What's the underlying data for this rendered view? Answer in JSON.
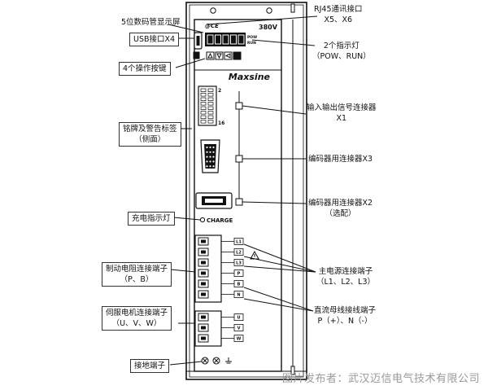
{
  "device": {
    "model_voltage": "380V",
    "brand": "Maxsine",
    "logo_small": "@CE",
    "led_labels": [
      "POW",
      "RUN"
    ],
    "x1_pin_top": "2",
    "x1_pin_bottom": "16",
    "charge_label": "CHARGE",
    "terminal_labels_power": [
      "L1",
      "L2",
      "L3",
      "P",
      "B",
      "N"
    ],
    "terminal_labels_motor": [
      "U",
      "V",
      "W"
    ]
  },
  "callouts": {
    "led_display": "5位数码管显示屏",
    "usb": "USB接口X4",
    "buttons": "4个操作按键",
    "nameplate_1": "铭牌及警告标签",
    "nameplate_2": "（侧面）",
    "charge_lamp": "充电指示灯",
    "brake_res_1": "制动电阻连接端子",
    "brake_res_2": "（P、B）",
    "motor_1": "伺服电机连接端子",
    "motor_2": "（U、V、W）",
    "ground": "接地端子",
    "rj45_1": "RJ45通讯接口",
    "rj45_2": "X5、X6",
    "indicator_1": "2个指示灯",
    "indicator_2": "（POW、RUN）",
    "io_1": "输入输出信号连接器",
    "io_2": "X1",
    "encoder_x3": "编码器用连接器X3",
    "encoder_x2_1": "编码器用连接器X2",
    "encoder_x2_2": "（选配）",
    "main_power_1": "主电源连接端子",
    "main_power_2": "（L1、L2、L3）",
    "dc_bus_1": "直流母线接线端子",
    "dc_bus_2": "P（+）、N（-）"
  },
  "watermark": "图片发布者：武汉迈信电气技术有限公司"
}
